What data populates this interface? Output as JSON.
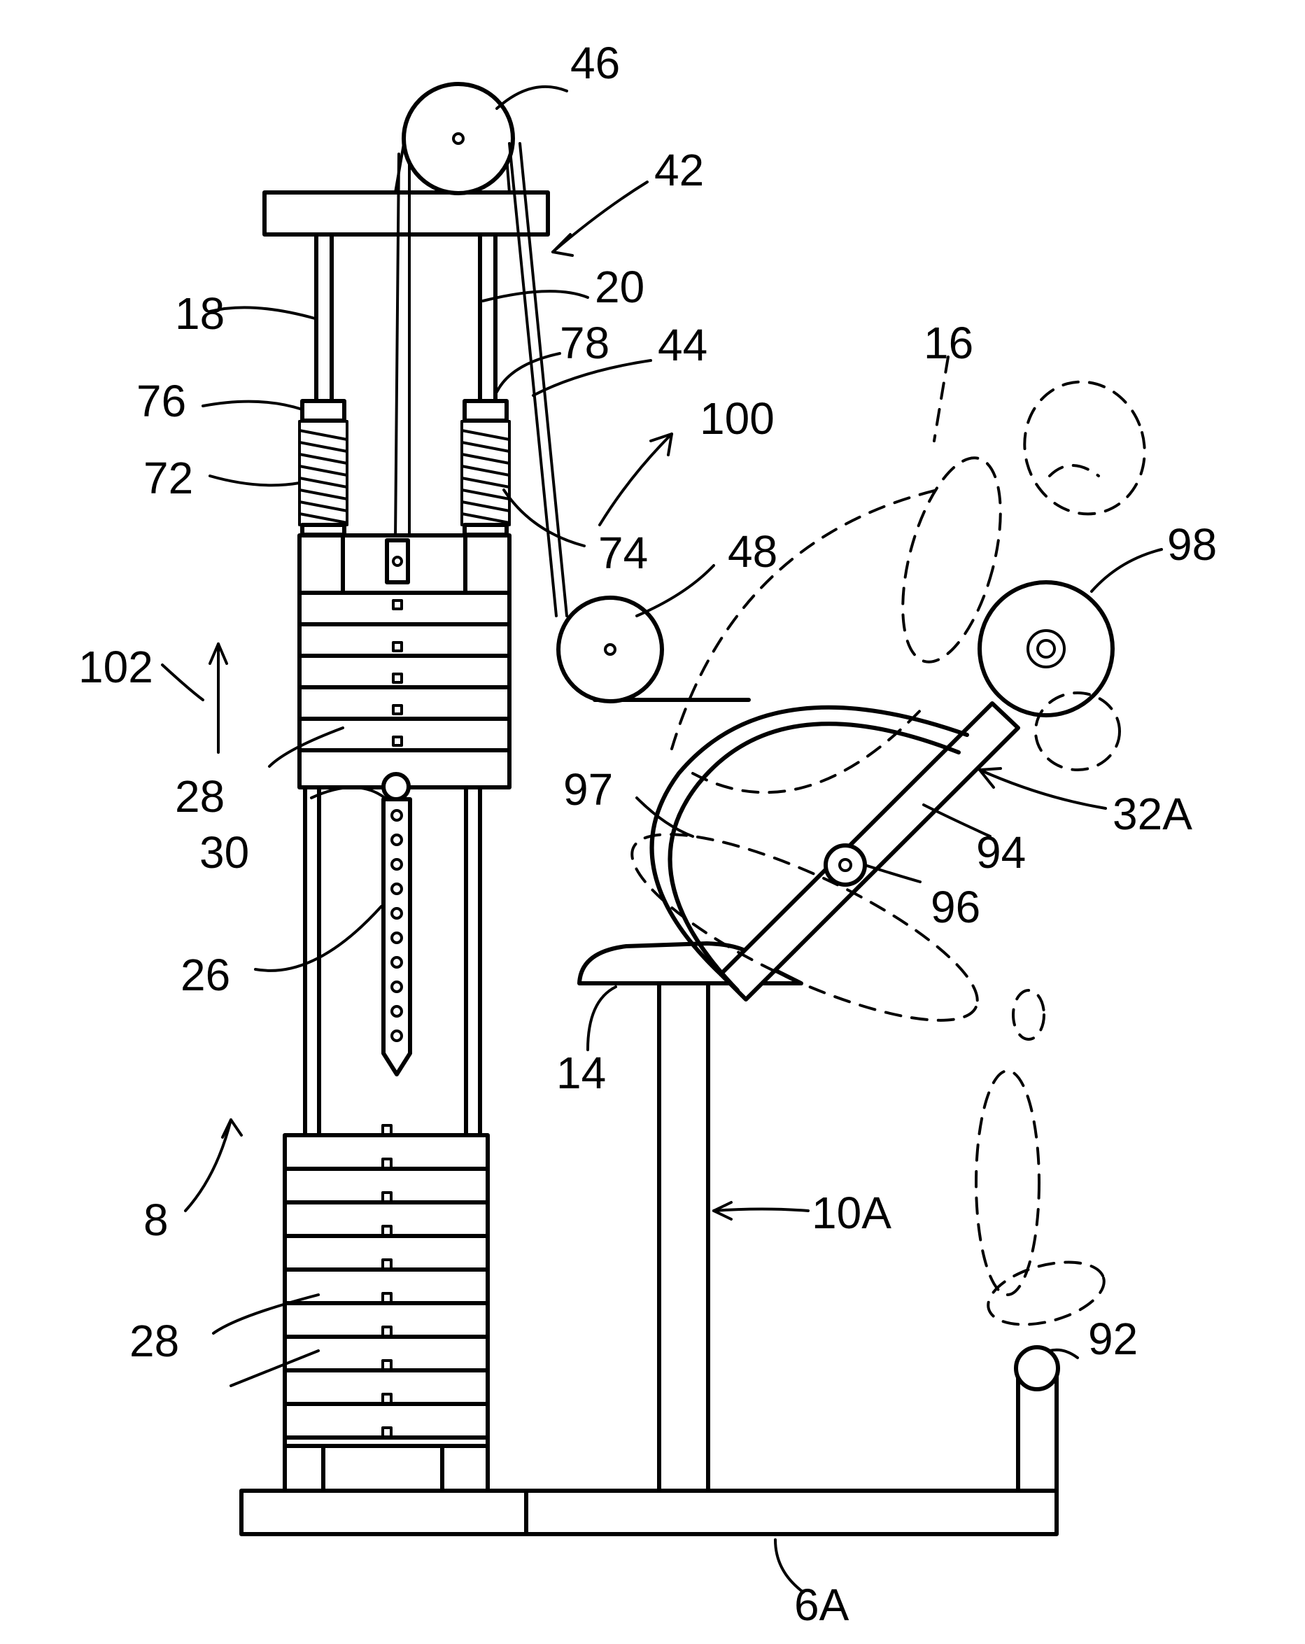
{
  "figure": {
    "labels": {
      "l46": "46",
      "l42": "42",
      "l20": "20",
      "l18": "18",
      "l78": "78",
      "l44": "44",
      "l16": "16",
      "l76": "76",
      "l100": "100",
      "l72": "72",
      "l74": "74",
      "l48": "48",
      "l98": "98",
      "l102": "102",
      "l28a": "28",
      "l97": "97",
      "l32a": "32A",
      "l30": "30",
      "l94": "94",
      "l96": "96",
      "l26": "26",
      "l14": "14",
      "l10a": "10A",
      "l8": "8",
      "l28b": "28",
      "l92": "92",
      "l6a": "6A"
    }
  }
}
